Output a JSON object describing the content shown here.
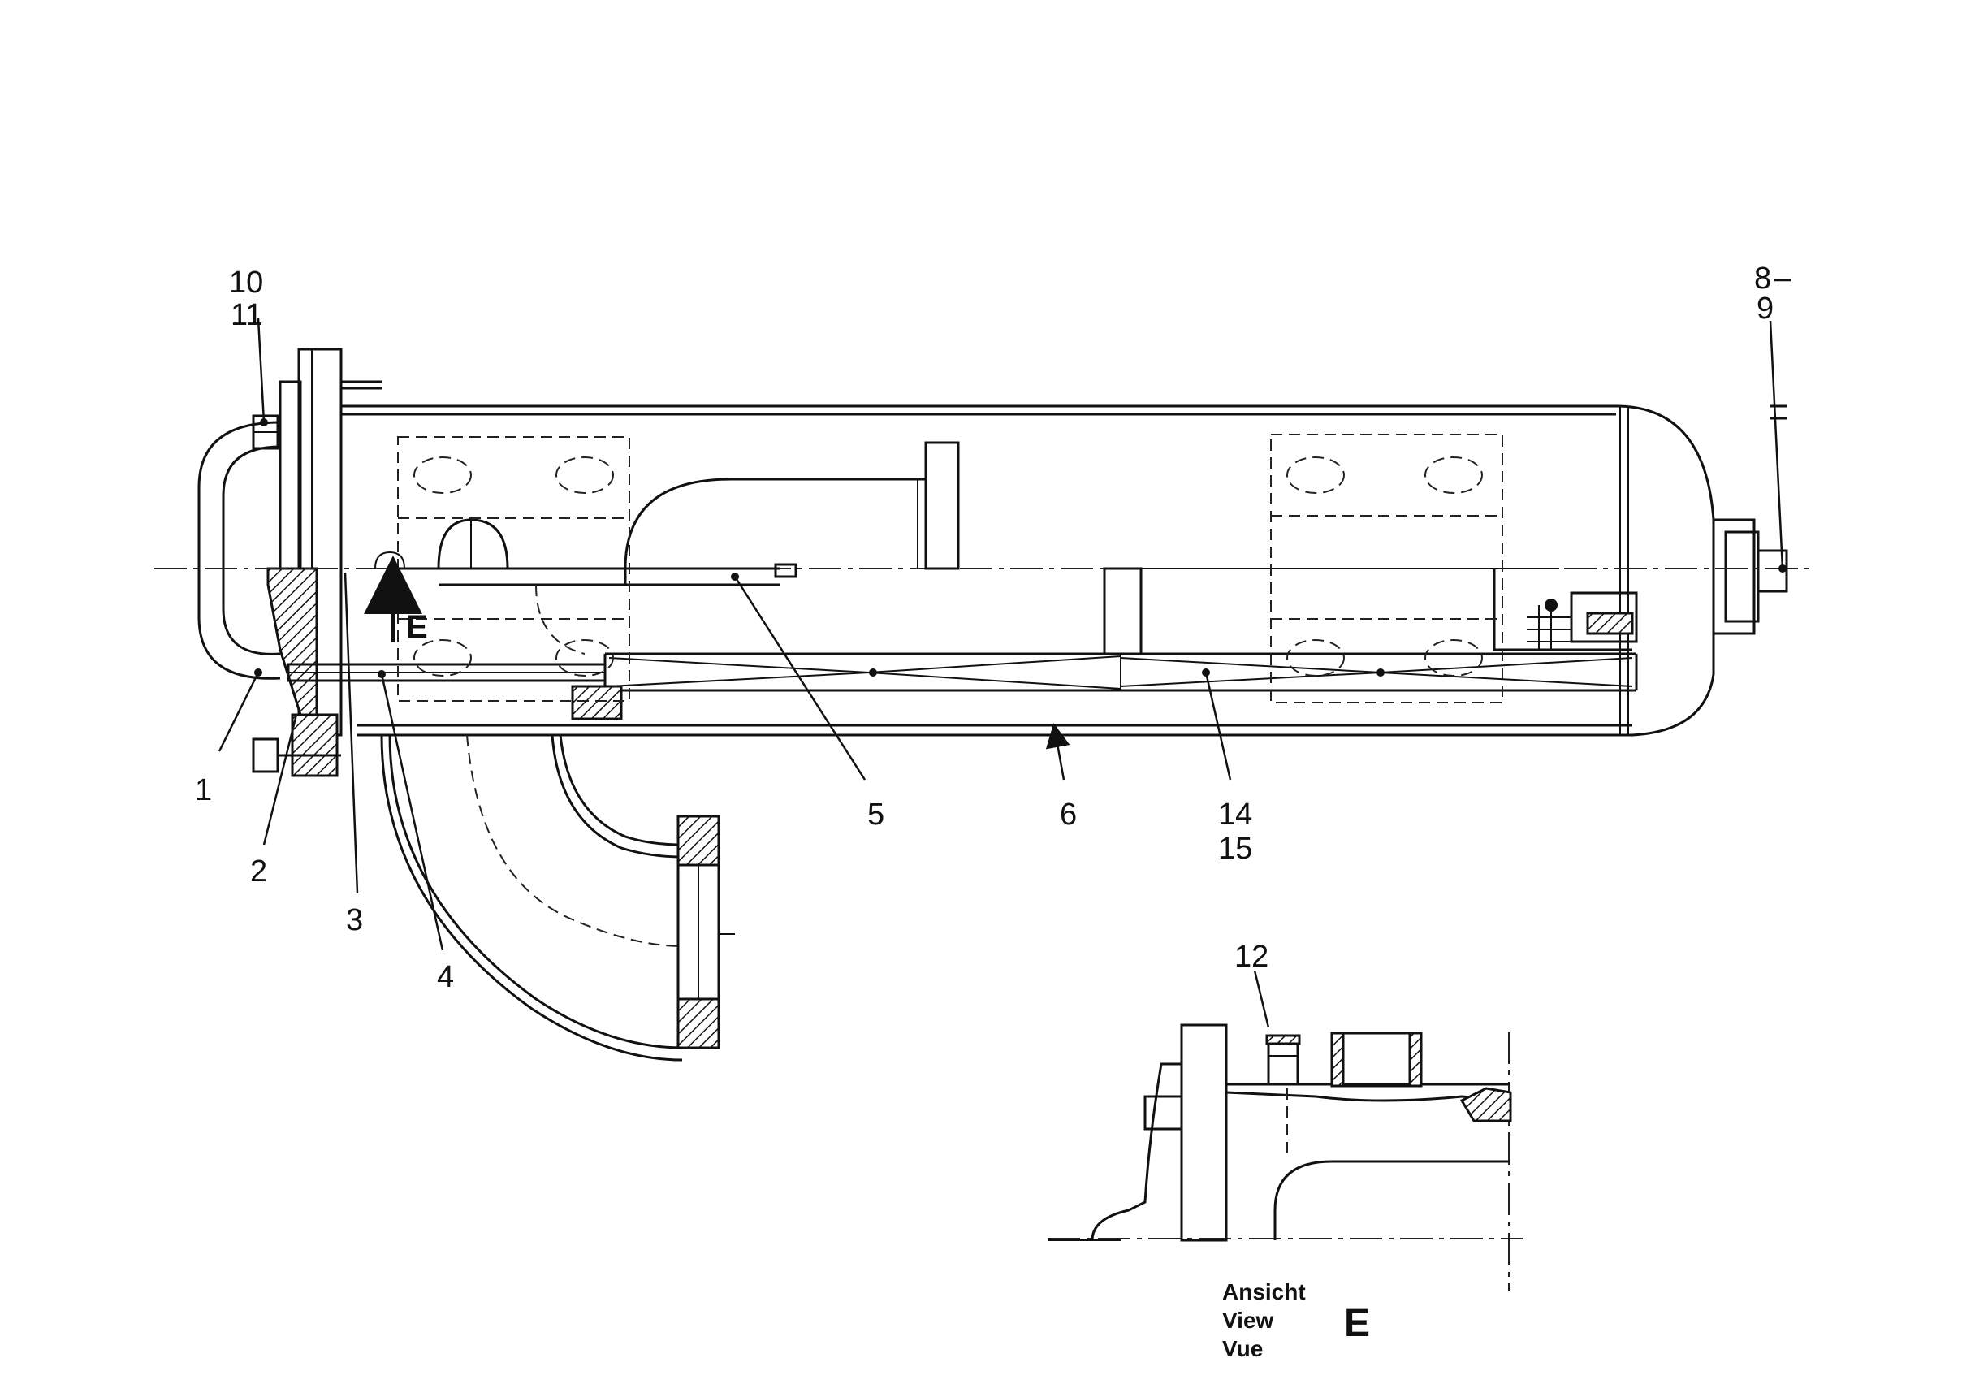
{
  "callouts": {
    "c1": "1",
    "c2": "2",
    "c3": "3",
    "c4": "4",
    "c5": "5",
    "c6": "6",
    "c8": "8",
    "c9": "9",
    "c10": "10",
    "c11": "11",
    "c12": "12",
    "c14": "14",
    "c15": "15"
  },
  "section_marker": "E",
  "view_label": {
    "line_de": "Ansicht",
    "line_en": "View",
    "line_fr": "Vue",
    "letter": "E"
  }
}
